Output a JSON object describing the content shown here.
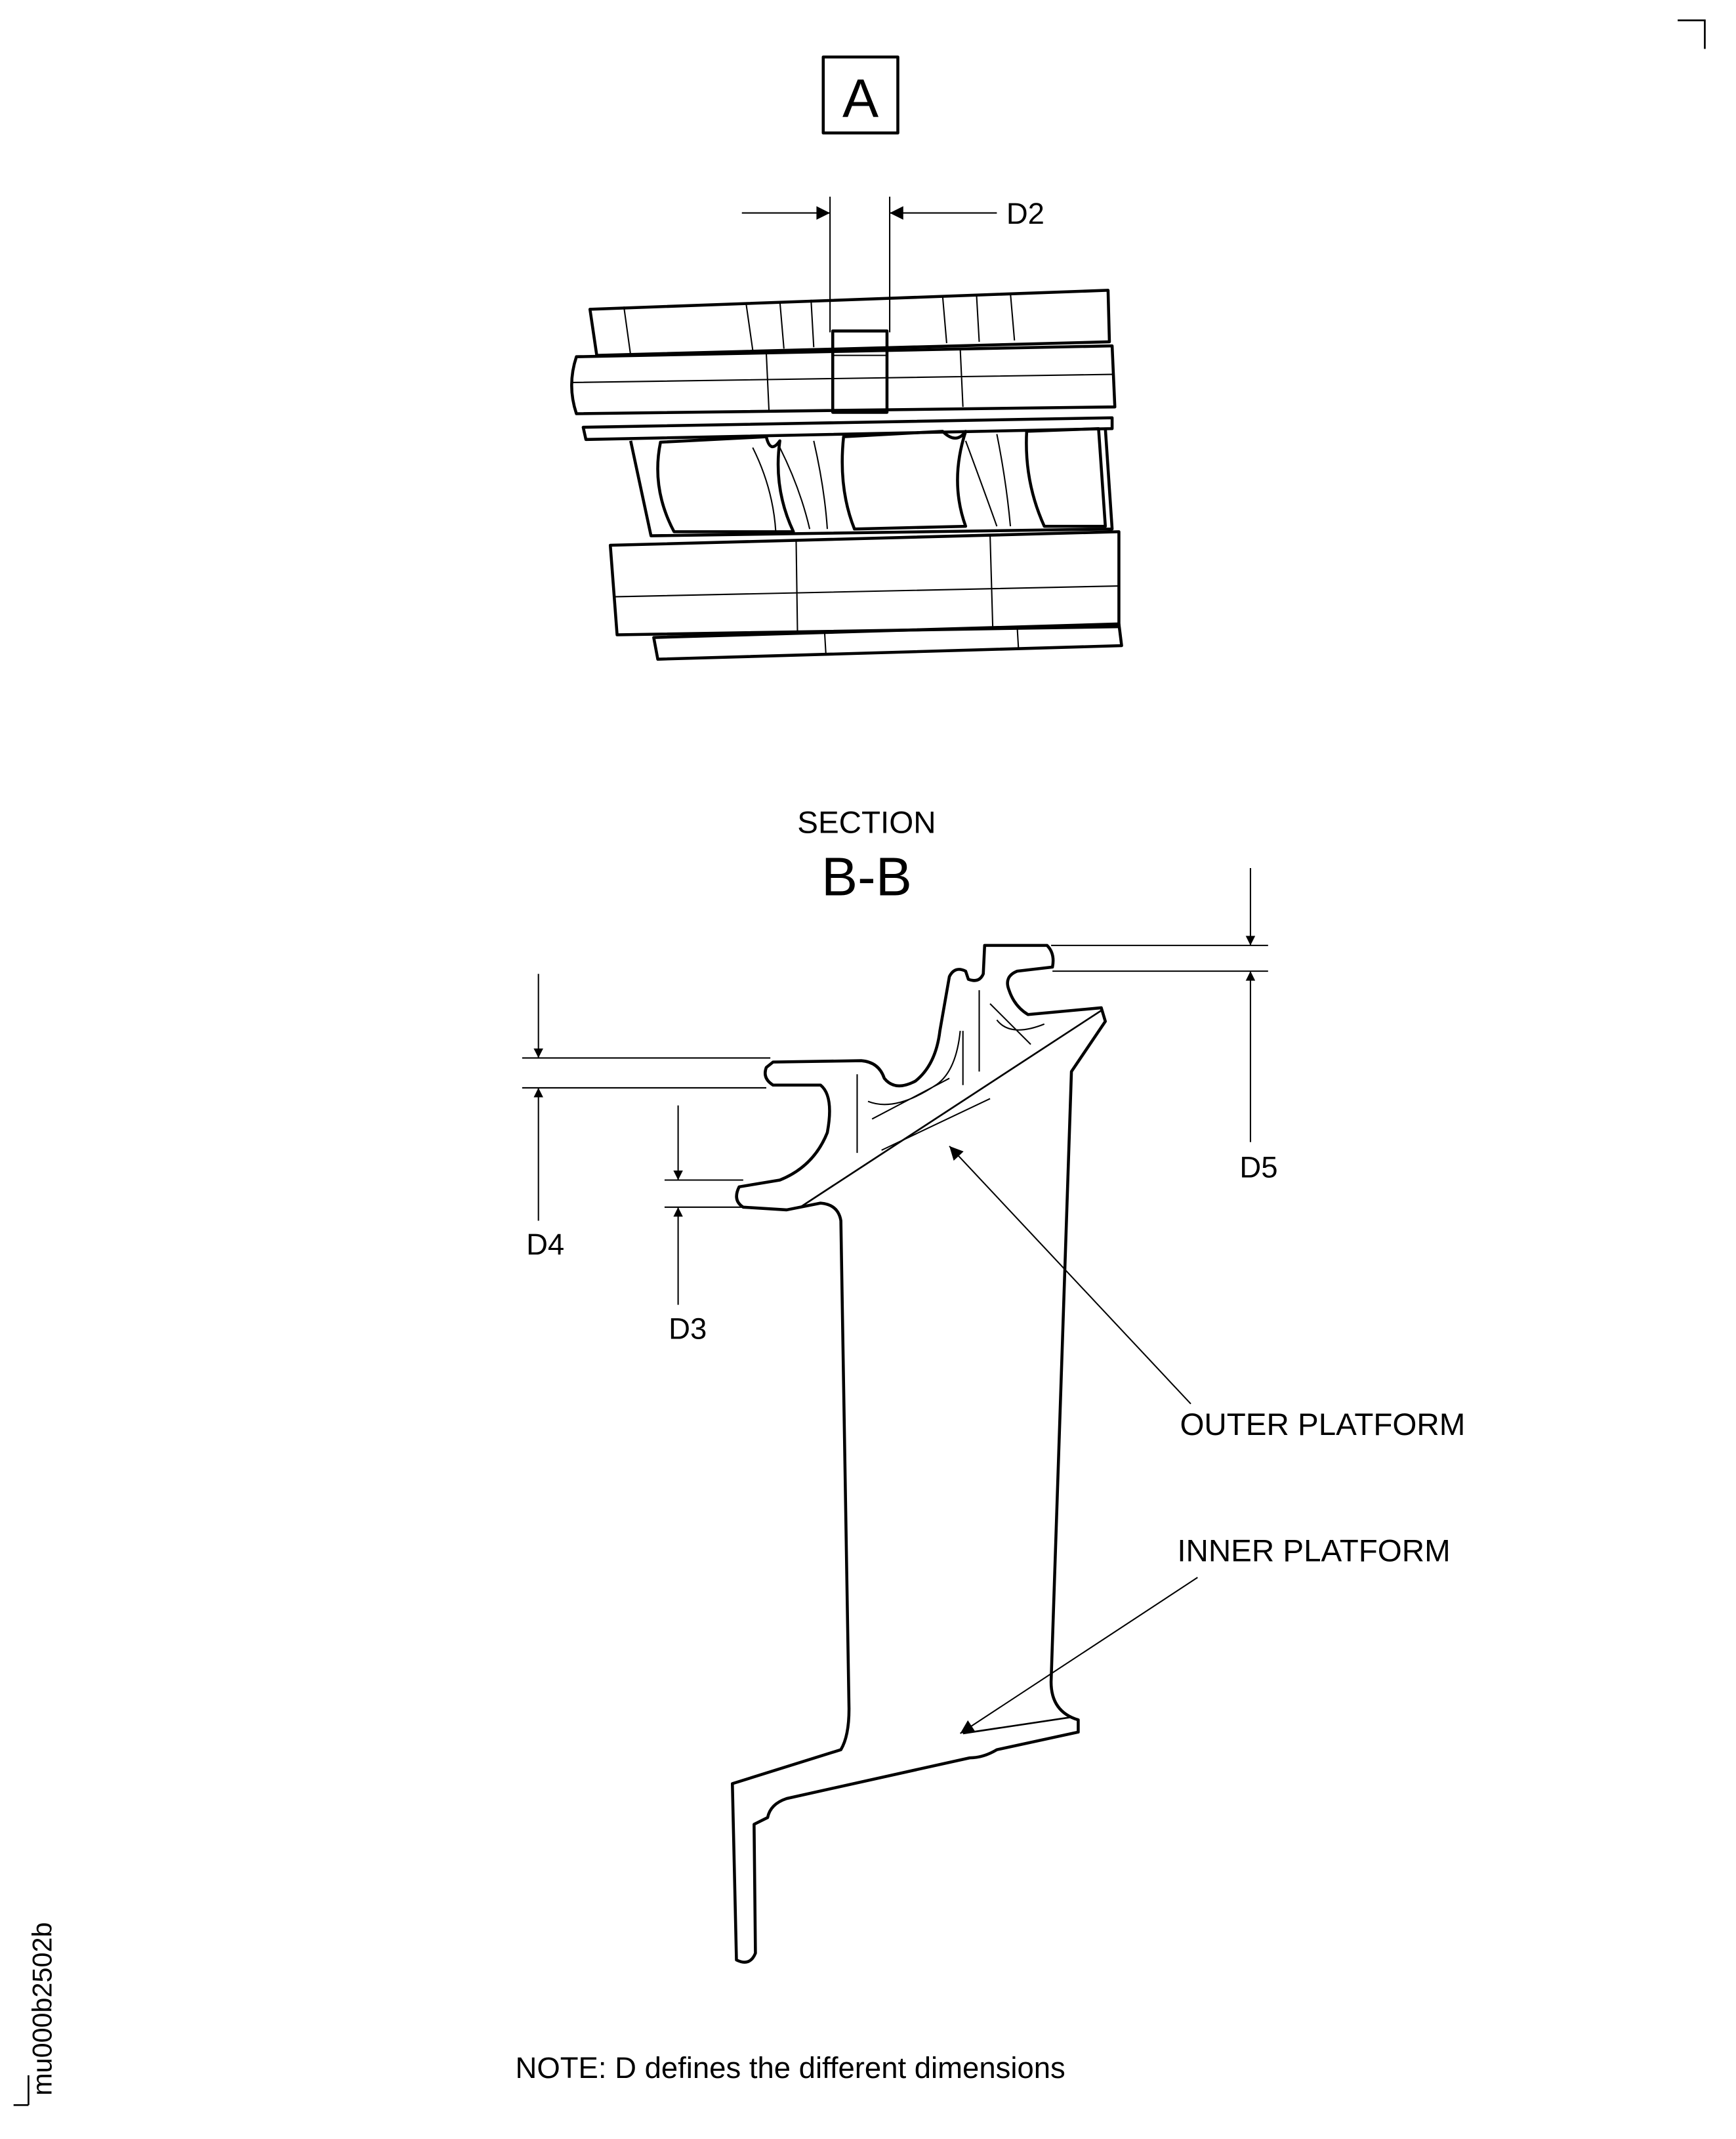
{
  "view_label": "A",
  "section_label": "SECTION",
  "section_id": "B-B",
  "dimensions": {
    "d2": "D2",
    "d3": "D3",
    "d4": "D4",
    "d5": "D5"
  },
  "callouts": {
    "outer_platform": "OUTER PLATFORM",
    "inner_platform": "INNER PLATFORM"
  },
  "note": "NOTE: D defines the different dimensions",
  "figure_id": "mu000b2502b"
}
